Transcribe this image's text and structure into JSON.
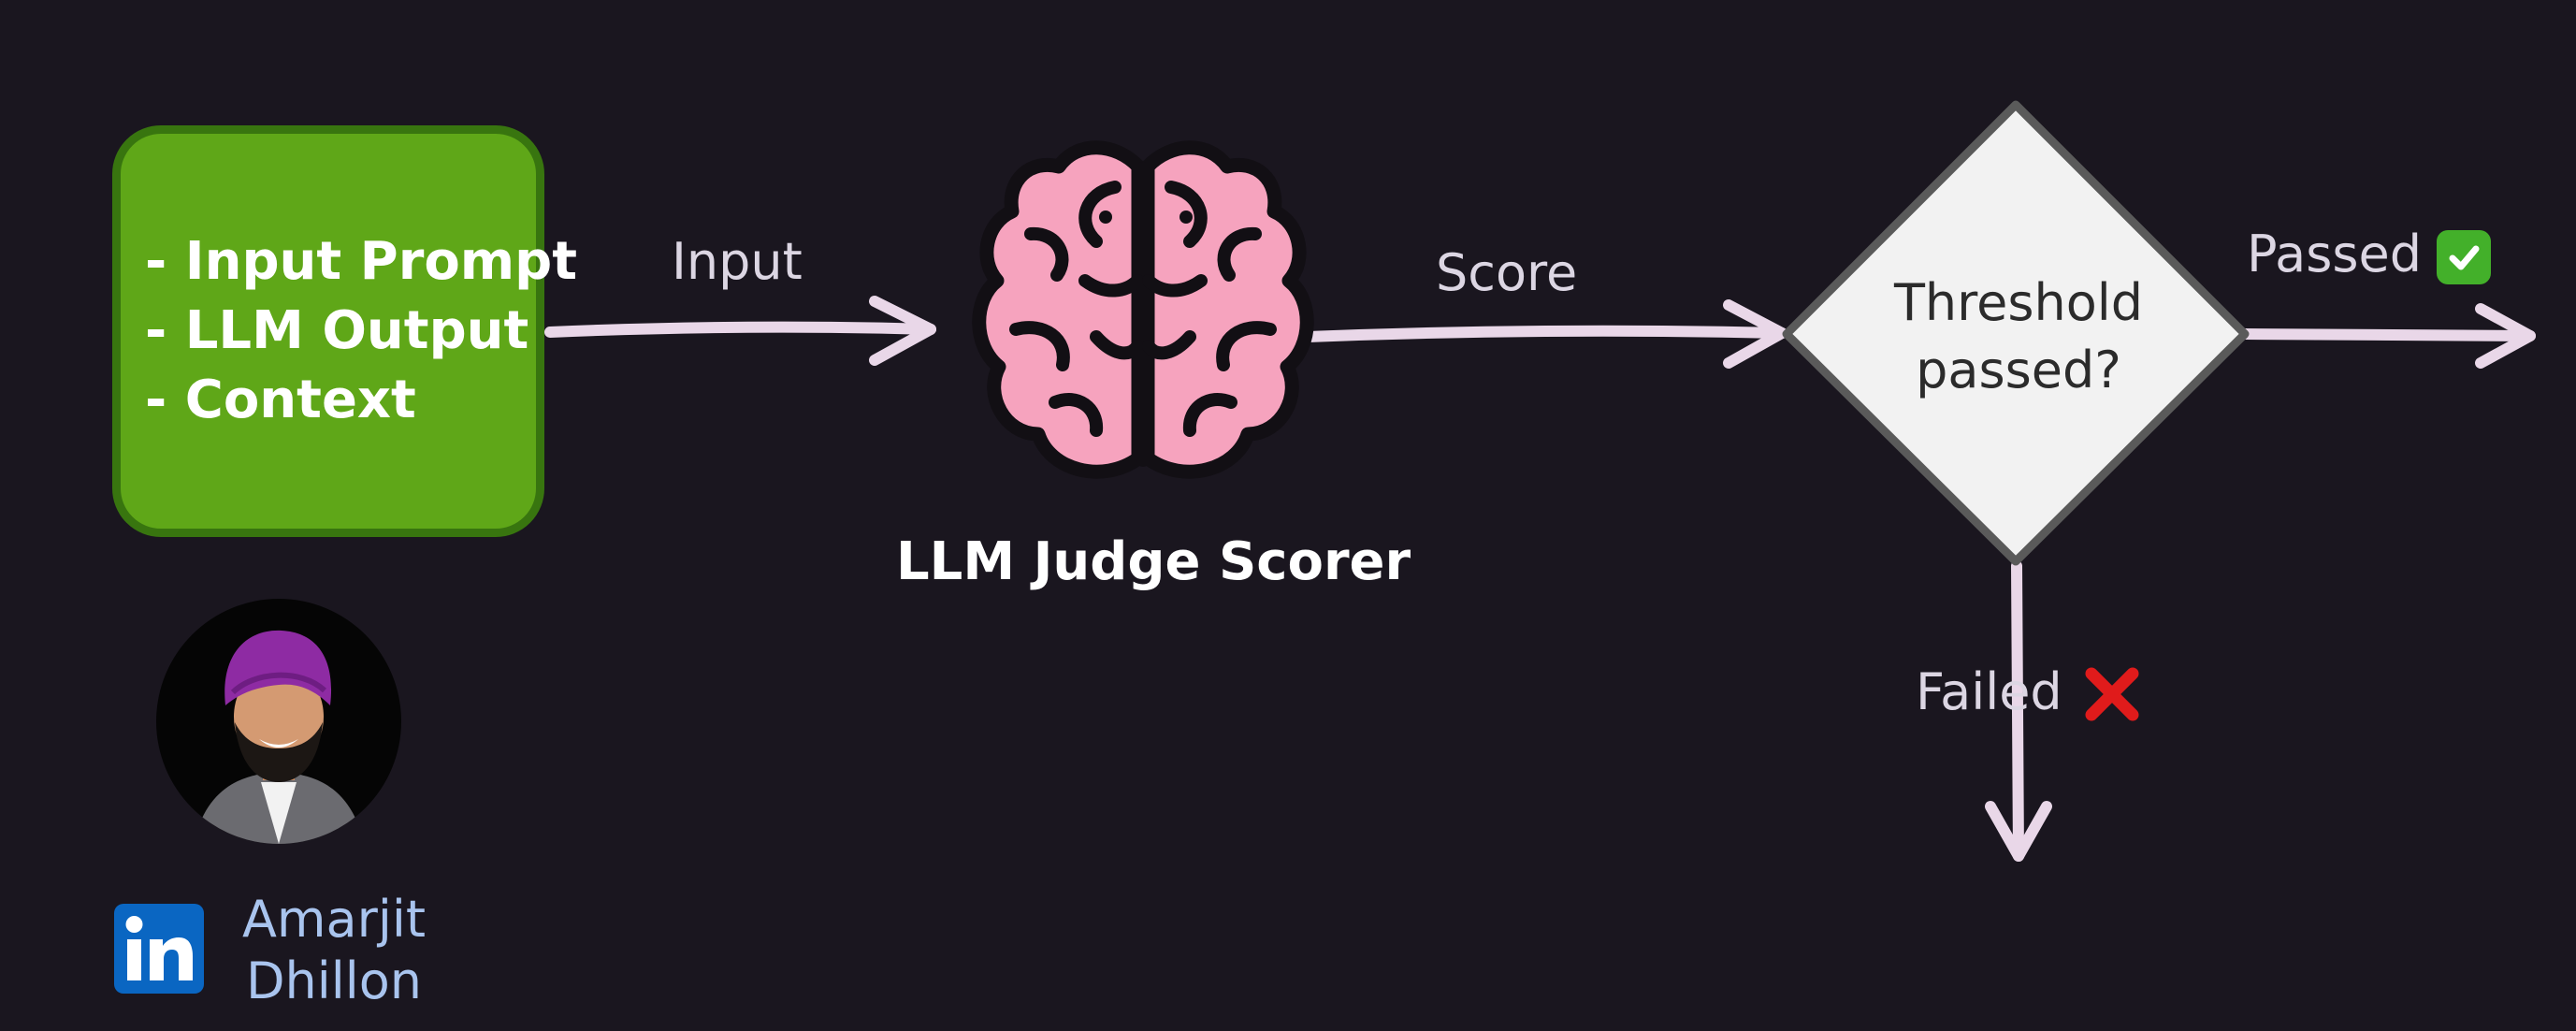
{
  "inputs_box": {
    "items": [
      "- Input Prompt",
      "- LLM Output",
      "- Context"
    ]
  },
  "edges": {
    "input_label": "Input",
    "score_label": "Score"
  },
  "judge": {
    "label": "LLM Judge Scorer",
    "icon": "brain-icon"
  },
  "decision": {
    "lines": [
      "Threshold",
      "passed?"
    ]
  },
  "outcomes": {
    "passed_label": "Passed",
    "failed_label": "Failed"
  },
  "author": {
    "name_lines": [
      "Amarjit",
      "Dhillon"
    ]
  },
  "colors": {
    "background": "#1a161f",
    "input_box_fill": "#5fa718",
    "input_box_border": "#38750f",
    "arrow": "#e9d7e8",
    "brain_fill": "#f6a3be",
    "decision_fill": "#f2f2f2",
    "decision_border": "#5a5a5a",
    "linkedin_blue": "#0a66c2",
    "author_text": "#a9c4ee"
  }
}
